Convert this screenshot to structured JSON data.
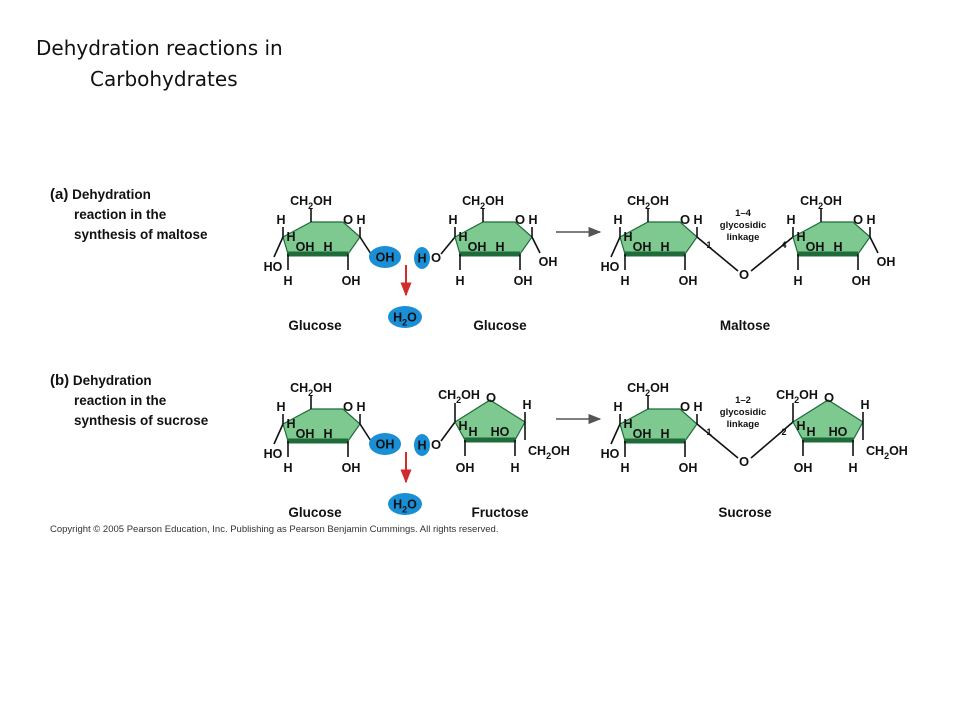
{
  "title": {
    "line1": "Dehydration reactions in",
    "line2": "Carbohydrates"
  },
  "panel_a": {
    "tag": "(a)",
    "description_lines": [
      "Dehydration",
      "reaction in the",
      "synthesis  of maltose"
    ],
    "hydroxyl_label": "OH",
    "hydrogen_label": "H",
    "water_label": "H₂O",
    "linkage_lines": [
      "1–4",
      "glycosidic",
      "linkage"
    ],
    "linkage_carbon_left": "1",
    "linkage_carbon_right": "4",
    "molecule_names": [
      "Glucose",
      "Glucose",
      "Maltose"
    ]
  },
  "panel_b": {
    "tag": "(b)",
    "description_lines": [
      "Dehydration",
      "reaction in the",
      "synthesis  of sucrose"
    ],
    "hydroxyl_label": "OH",
    "hydrogen_label": "H",
    "water_label": "H₂O",
    "linkage_lines": [
      "1–2",
      "glycosidic",
      "linkage"
    ],
    "linkage_carbon_left": "1",
    "linkage_carbon_right": "2",
    "molecule_names": [
      "Glucose",
      "Fructose",
      "Sucrose"
    ]
  },
  "atom_labels": {
    "ring_oxygen": "O",
    "bridge_oxygen": "O",
    "hydrogen": "H",
    "hydroxyl": "OH",
    "hydroxyl_reversed": "HO",
    "hydroxymethyl": "CH₂OH"
  },
  "copyright": "Copyright ©  2005 Pearson Education, Inc. Publishing as Pearson Benjamin Cummings. All rights reserved.",
  "colors": {
    "ring_fill": "#7dc98f",
    "ring_edge": "#1f6b3a",
    "ion_fill": "#1a8fd6",
    "water_arrow": "#d12b2b"
  }
}
